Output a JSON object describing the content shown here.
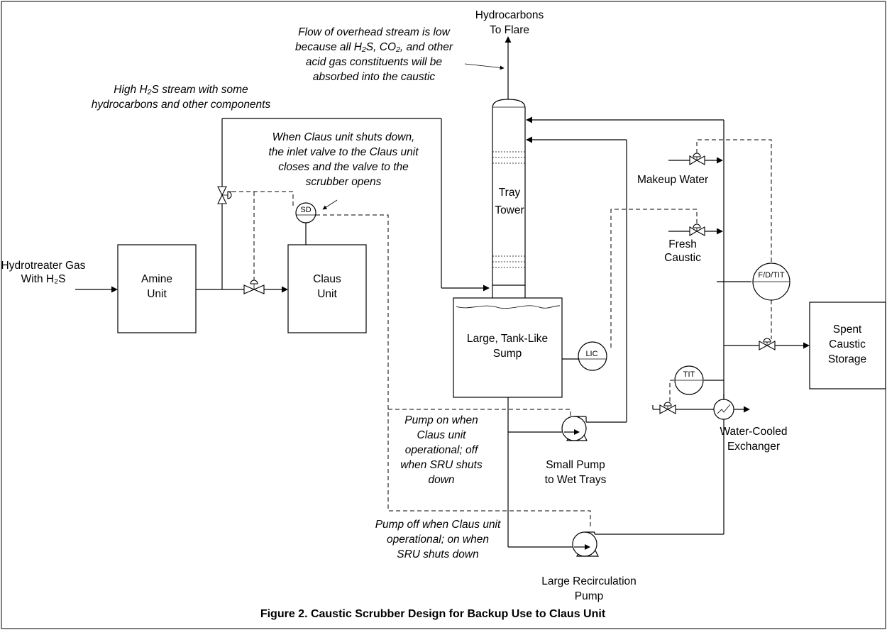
{
  "figure": {
    "caption": "Figure 2.  Caustic Scrubber Design for Backup Use to Claus Unit"
  },
  "units": {
    "amine": [
      "Amine",
      "Unit"
    ],
    "claus": [
      "Claus",
      "Unit"
    ],
    "tower": [
      "Tray",
      "Tower"
    ],
    "sump": [
      "Large, Tank-Like",
      "Sump"
    ],
    "storage": [
      "Spent",
      "Caustic",
      "Storage"
    ]
  },
  "streams": {
    "feed": [
      "Hydrotreater Gas",
      "With H₂S"
    ],
    "overhead": [
      "Hydrocarbons",
      "To Flare"
    ],
    "makeup_water": "Makeup Water",
    "fresh_caustic": [
      "Fresh",
      "Caustic"
    ]
  },
  "instruments": {
    "sd": "SD",
    "lic": "LIC",
    "fdtit": "F/D/TIT",
    "tit": "TIT"
  },
  "equipment": {
    "small_pump": [
      "Small Pump",
      "to Wet Trays"
    ],
    "large_pump": [
      "Large Recirculation",
      "Pump"
    ],
    "exchanger": [
      "Water-Cooled",
      "Exchanger"
    ]
  },
  "notes": {
    "overhead_flow": [
      "Flow of overhead stream is low",
      "because all H₂S, CO₂, and other",
      "acid gas constituents will be",
      "absorbed into the caustic"
    ],
    "high_h2s": [
      "High H₂S stream with some",
      "hydrocarbons and other components"
    ],
    "claus_shutdown": [
      "When Claus unit shuts down,",
      "the inlet valve to the Claus unit",
      "closes and the valve to the",
      "scrubber opens"
    ],
    "small_pump_logic": [
      "Pump on when",
      "Claus unit",
      "operational; off",
      "when SRU shuts",
      "down"
    ],
    "large_pump_logic": [
      "Pump off when Claus unit",
      "operational; on when",
      "SRU shuts down"
    ]
  }
}
